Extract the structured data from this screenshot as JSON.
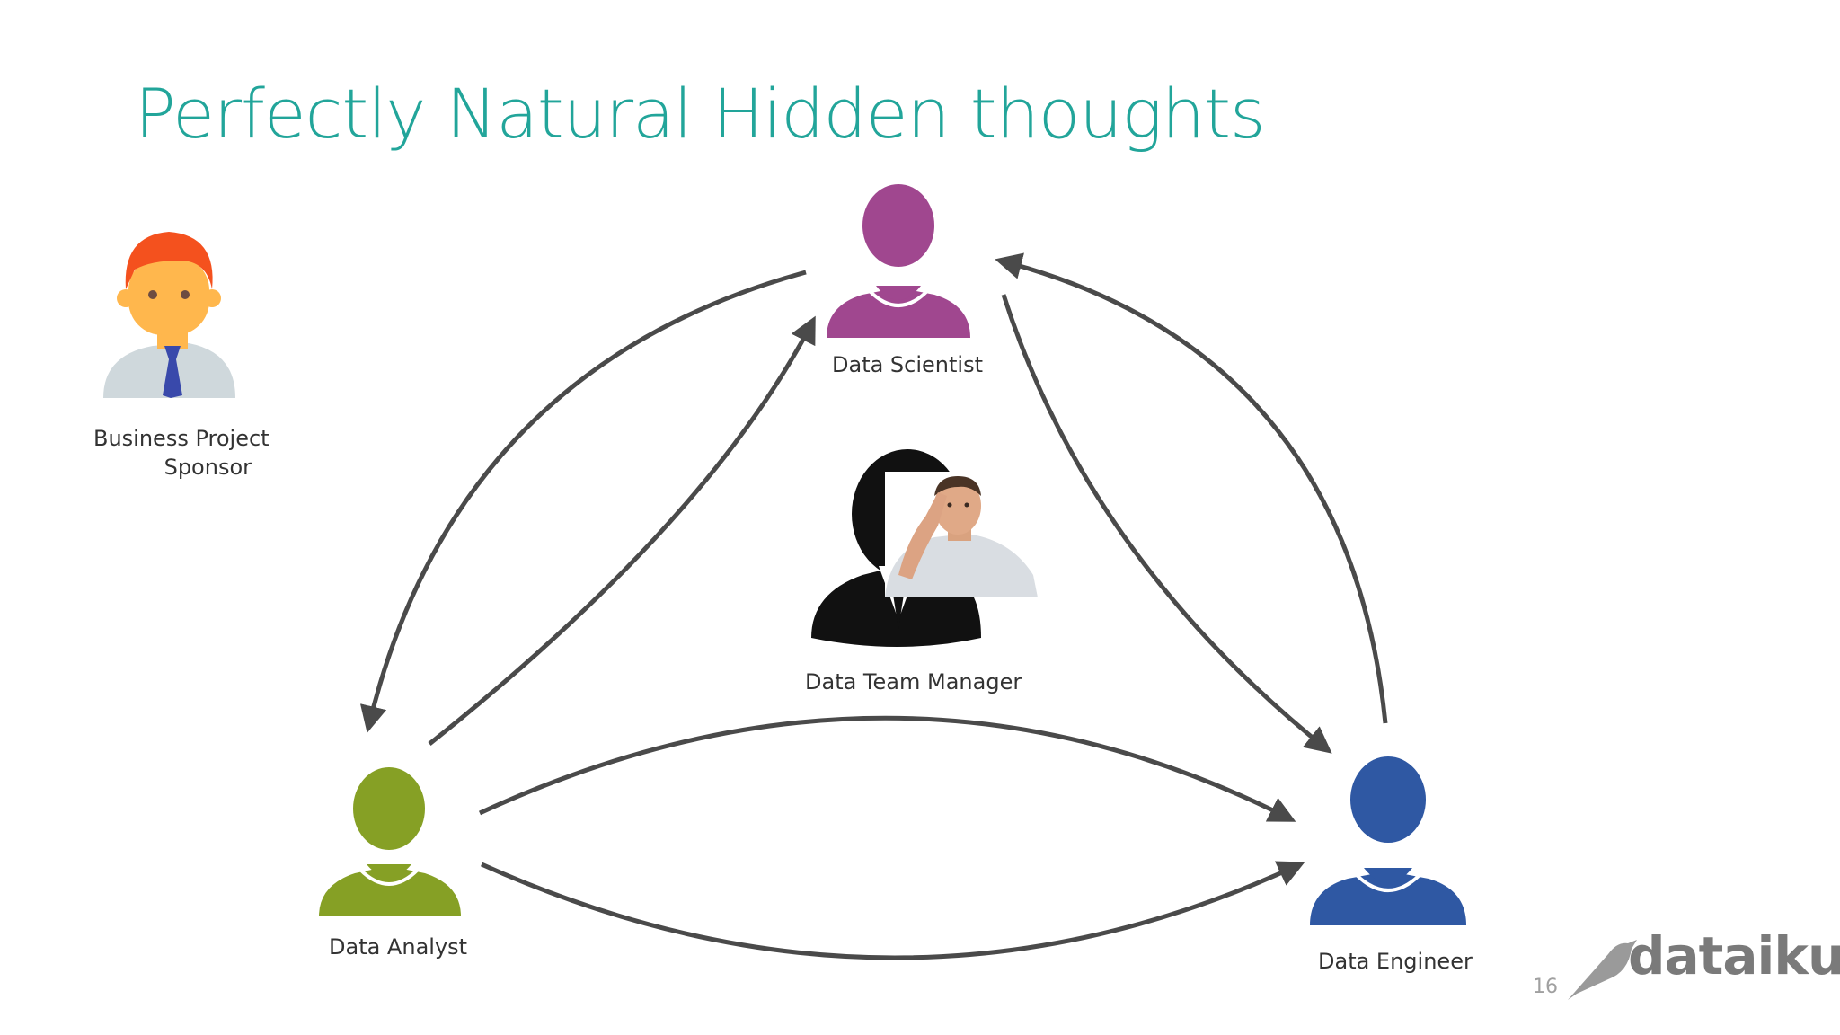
{
  "slide": {
    "title": "Perfectly Natural Hidden thoughts",
    "page_number": "16",
    "logo_text": "dataiku"
  },
  "roles": [
    {
      "name": "Data Scientist",
      "color": "#a0478f"
    },
    {
      "name": "Data Team Manager",
      "color": "#111111"
    },
    {
      "name": "Data Analyst",
      "color": "#86a025"
    },
    {
      "name": "Data Engineer",
      "color": "#2f58a3"
    }
  ],
  "sponsor": {
    "label_line1": "Business Project",
    "label_line2": "Sponsor"
  },
  "colors": {
    "title": "#22a59a",
    "arrow": "#4a4a4a",
    "sponsor_hair": "#f4511e",
    "sponsor_skin": "#ffb74d",
    "sponsor_shirt": "#cfd8dc",
    "sponsor_tie": "#3949ab"
  },
  "icons": {
    "data_scientist": "person-silhouette-icon",
    "data_analyst": "person-silhouette-icon",
    "data_engineer": "person-silhouette-icon",
    "sponsor": "businessman-avatar-icon",
    "manager": "thinking-manager-icon",
    "logo": "bird-logo-icon"
  }
}
